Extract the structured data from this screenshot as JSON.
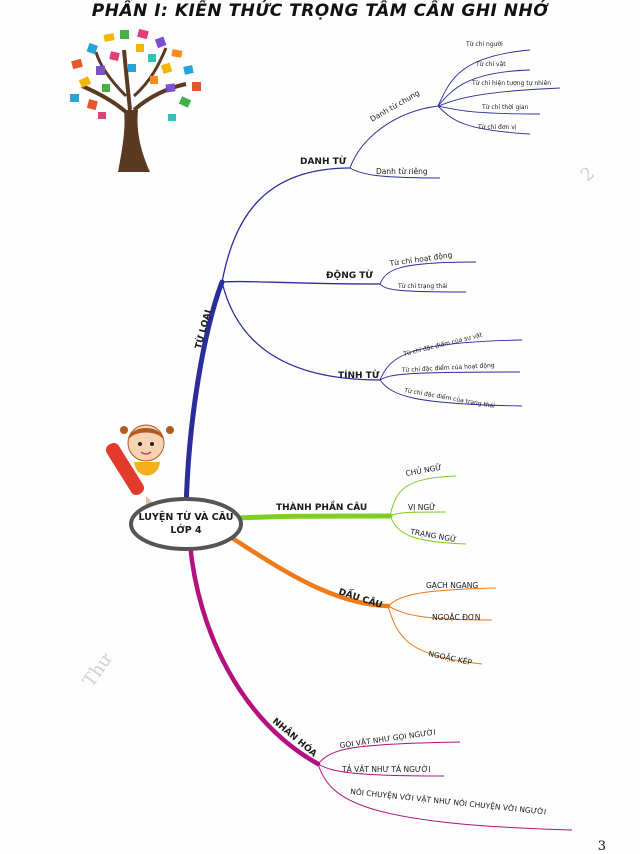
{
  "header": {
    "title": "PHẦN I: KIẾN THỨC TRỌNG TÂM CẦN GHI NHỚ"
  },
  "page_number": "3",
  "watermark": {
    "left": "Thư",
    "right": "2"
  },
  "center": {
    "line1": "LUYỆN TỪ VÀ CÂU",
    "line2": "LỚP 4"
  },
  "branches": {
    "tu_loai": {
      "label": "TỪ LOẠI",
      "color": "#2a2d9a",
      "danh_tu": {
        "label": "DANH TỪ",
        "danh_tu_chung": {
          "label": "Danh từ chung",
          "items": [
            "Từ chỉ người",
            "Từ chỉ vật",
            "Từ chỉ hiện tượng tự nhiên",
            "Từ chỉ thời gian",
            "Từ chỉ đơn vị"
          ]
        },
        "danh_tu_rieng": "Danh từ riêng"
      },
      "dong_tu": {
        "label": "ĐỘNG TỪ",
        "items": [
          "Từ chỉ hoạt động",
          "Từ chỉ trạng thái"
        ]
      },
      "tinh_tu": {
        "label": "TÍNH TỪ",
        "items": [
          "Từ chỉ đặc điểm của sự vật",
          "Từ chỉ đặc điểm của hoạt động",
          "Từ chỉ đặc điểm của trạng thái"
        ]
      }
    },
    "thanh_phan_cau": {
      "label": "THÀNH PHẦN CÂU",
      "color": "#7ccf22",
      "items": [
        "CHỦ NGỮ",
        "VỊ NGỮ",
        "TRẠNG NGỮ"
      ]
    },
    "dau_cau": {
      "label": "DẤU CÂU",
      "color": "#ef7a1a",
      "items": [
        "GẠCH NGANG",
        "NGOẶC ĐƠN",
        "NGOẶC KÉP"
      ]
    },
    "nhan_hoa": {
      "label": "NHÂN HÓA",
      "color": "#b3127e",
      "items": [
        "GỌI VẬT NHƯ GỌI NGƯỜI",
        "TẢ VẬT NHƯ TẢ NGƯỜI",
        "NÓI CHUYỆN VỚI VẬT NHƯ NÓI CHUYỆN VỚI NGƯỜI"
      ]
    }
  }
}
